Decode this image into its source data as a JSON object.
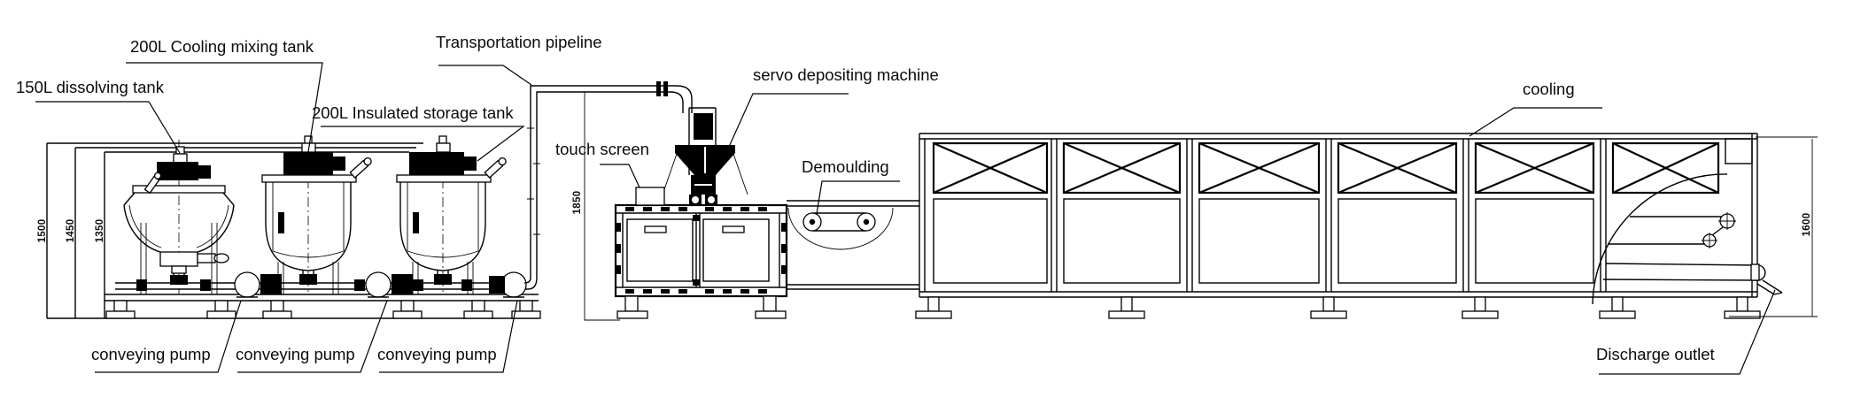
{
  "title": "gummy depositing production line drawing",
  "labels": {
    "cooling_mixing_tank": "200L Cooling mixing tank",
    "dissolving_tank": "150L dissolving tank",
    "insulated_storage_tank": "200L Insulated storage tank",
    "transportation_pipeline": "Transportation pipeline",
    "servo_depositing_machine": "servo depositing machine",
    "touch_screen": "touch screen",
    "demoulding": "Demoulding",
    "cooling": "cooling",
    "discharge_outlet": "Discharge outlet",
    "conveying_pump_1": "conveying pump",
    "conveying_pump_2": "conveying pump",
    "conveying_pump_3": "conveying pump"
  },
  "dimensions": {
    "tank_height_1": "1500",
    "tank_height_2": "1450",
    "tank_height_3": "1350",
    "pipeline_height": "1850",
    "discharge_height": "1600"
  },
  "colors": {
    "line": "#000000",
    "background": "#ffffff",
    "text": "#0b0b0e"
  }
}
